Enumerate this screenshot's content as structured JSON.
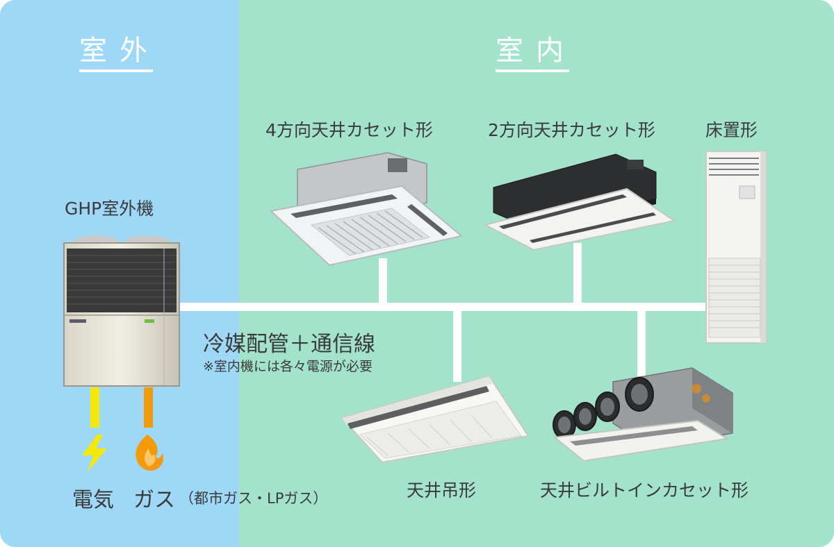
{
  "sections": {
    "outdoor": "室外",
    "indoor": "室内"
  },
  "outdoor_unit": {
    "label": "GHP室外機"
  },
  "indoor_units": {
    "cassette_4way": "4方向天井カセット形",
    "cassette_2way": "2方向天井カセット形",
    "floor": "床置形",
    "ceiling_suspended": "天井吊形",
    "ceiling_builtin": "天井ビルトインカセット形"
  },
  "piping": {
    "label": "冷媒配管＋通信線",
    "note": "※室内機には各々電源が必要"
  },
  "utilities": {
    "electricity": "電気",
    "gas": "ガス",
    "gas_note": "（都市ガス・LPガス）"
  },
  "colors": {
    "outdoor_bg": "#9fd7f6",
    "indoor_bg": "#a3e3cc",
    "electric_line": "#f5e90a",
    "gas_line": "#f29a0a"
  }
}
